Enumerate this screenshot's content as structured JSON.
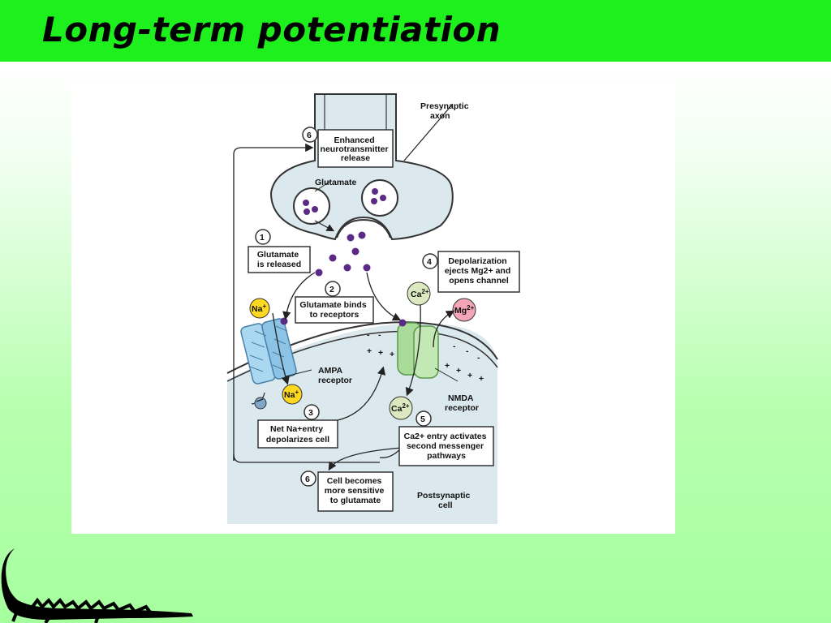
{
  "slide": {
    "title": "Long-term potentiation"
  },
  "diagram": {
    "presynaptic_label": [
      "Presynaptic",
      "axon"
    ],
    "postsynaptic_label": [
      "Postsynaptic",
      "cell"
    ],
    "glutamate_label": "Glutamate",
    "ampa_label": [
      "AMPA",
      "receptor"
    ],
    "nmda_label": [
      "NMDA",
      "receptor"
    ],
    "ions": {
      "na": "Na",
      "na_charge": "+",
      "ca": "Ca",
      "ca_charge": "2+",
      "mg": "Mg",
      "mg_charge": "2+"
    },
    "steps": [
      {
        "num": "6",
        "lines": [
          "Enhanced",
          "neurotransmitter",
          "release"
        ]
      },
      {
        "num": "1",
        "lines": [
          "Glutamate",
          "is released"
        ]
      },
      {
        "num": "2",
        "lines": [
          "Glutamate binds",
          "to receptors"
        ]
      },
      {
        "num": "3",
        "lines": [
          "Net Na+entry",
          "depolarizes cell"
        ]
      },
      {
        "num": "4",
        "lines": [
          "Depolarization",
          "ejects Mg2+ and",
          "opens channel"
        ]
      },
      {
        "num": "5",
        "lines": [
          "Ca2+ entry activates",
          "second messenger",
          "pathways"
        ]
      },
      {
        "num": "6",
        "lines": [
          "Cell becomes",
          "more sensitive",
          "to glutamate"
        ]
      }
    ],
    "membrane_charges": {
      "minus": "-",
      "plus": "+"
    }
  },
  "colors": {
    "title_bar": "#1df01d",
    "glutamate": "#5b2a86",
    "ampa": "#a9d8f0",
    "nmda": "#a8dc98",
    "cell_fill": "#dbe9ee"
  },
  "decor": {
    "logo_icon": "crocodile-silhouette-icon"
  }
}
